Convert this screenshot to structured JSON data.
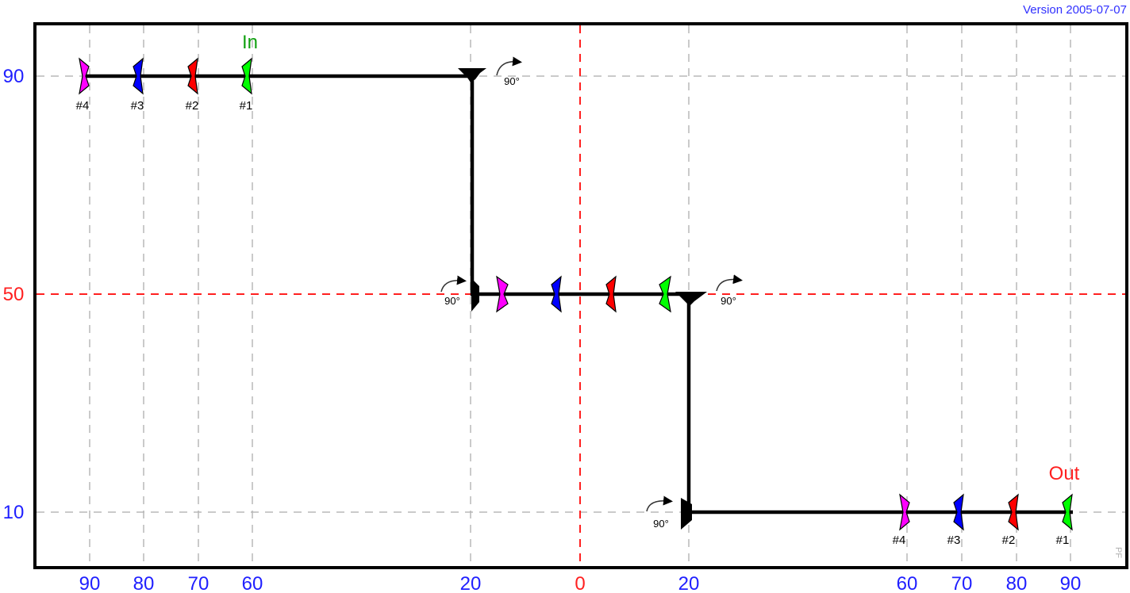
{
  "version_label": "Version 2005-07-07",
  "pf_label": "PF",
  "in_label": "In",
  "out_label": "Out",
  "colors": {
    "in": "#10a010",
    "out": "#ff2020",
    "axis_blue": "#2020ff",
    "axis_red": "#ff2020",
    "mirror_1": "#00ff00",
    "mirror_2": "#ff0000",
    "mirror_3": "#0000ff",
    "mirror_4": "#ff00ff",
    "beam": "#000000"
  },
  "x_axis_labels": [
    {
      "text": "90",
      "color": "blue"
    },
    {
      "text": "80",
      "color": "blue"
    },
    {
      "text": "70",
      "color": "blue"
    },
    {
      "text": "60",
      "color": "blue"
    },
    {
      "text": "20",
      "color": "blue"
    },
    {
      "text": "0",
      "color": "red"
    },
    {
      "text": "20",
      "color": "blue"
    },
    {
      "text": "60",
      "color": "blue"
    },
    {
      "text": "70",
      "color": "blue"
    },
    {
      "text": "80",
      "color": "blue"
    },
    {
      "text": "90",
      "color": "blue"
    }
  ],
  "y_axis_labels": [
    {
      "text": "90",
      "color": "blue"
    },
    {
      "text": "50",
      "color": "red"
    },
    {
      "text": "10",
      "color": "blue"
    }
  ],
  "mirror_labels_top": [
    "#4",
    "#3",
    "#2",
    "#1"
  ],
  "mirror_labels_bottom": [
    "#4",
    "#3",
    "#2",
    "#1"
  ],
  "rotation_labels": [
    "90°",
    "90°",
    "90°",
    "90°"
  ]
}
